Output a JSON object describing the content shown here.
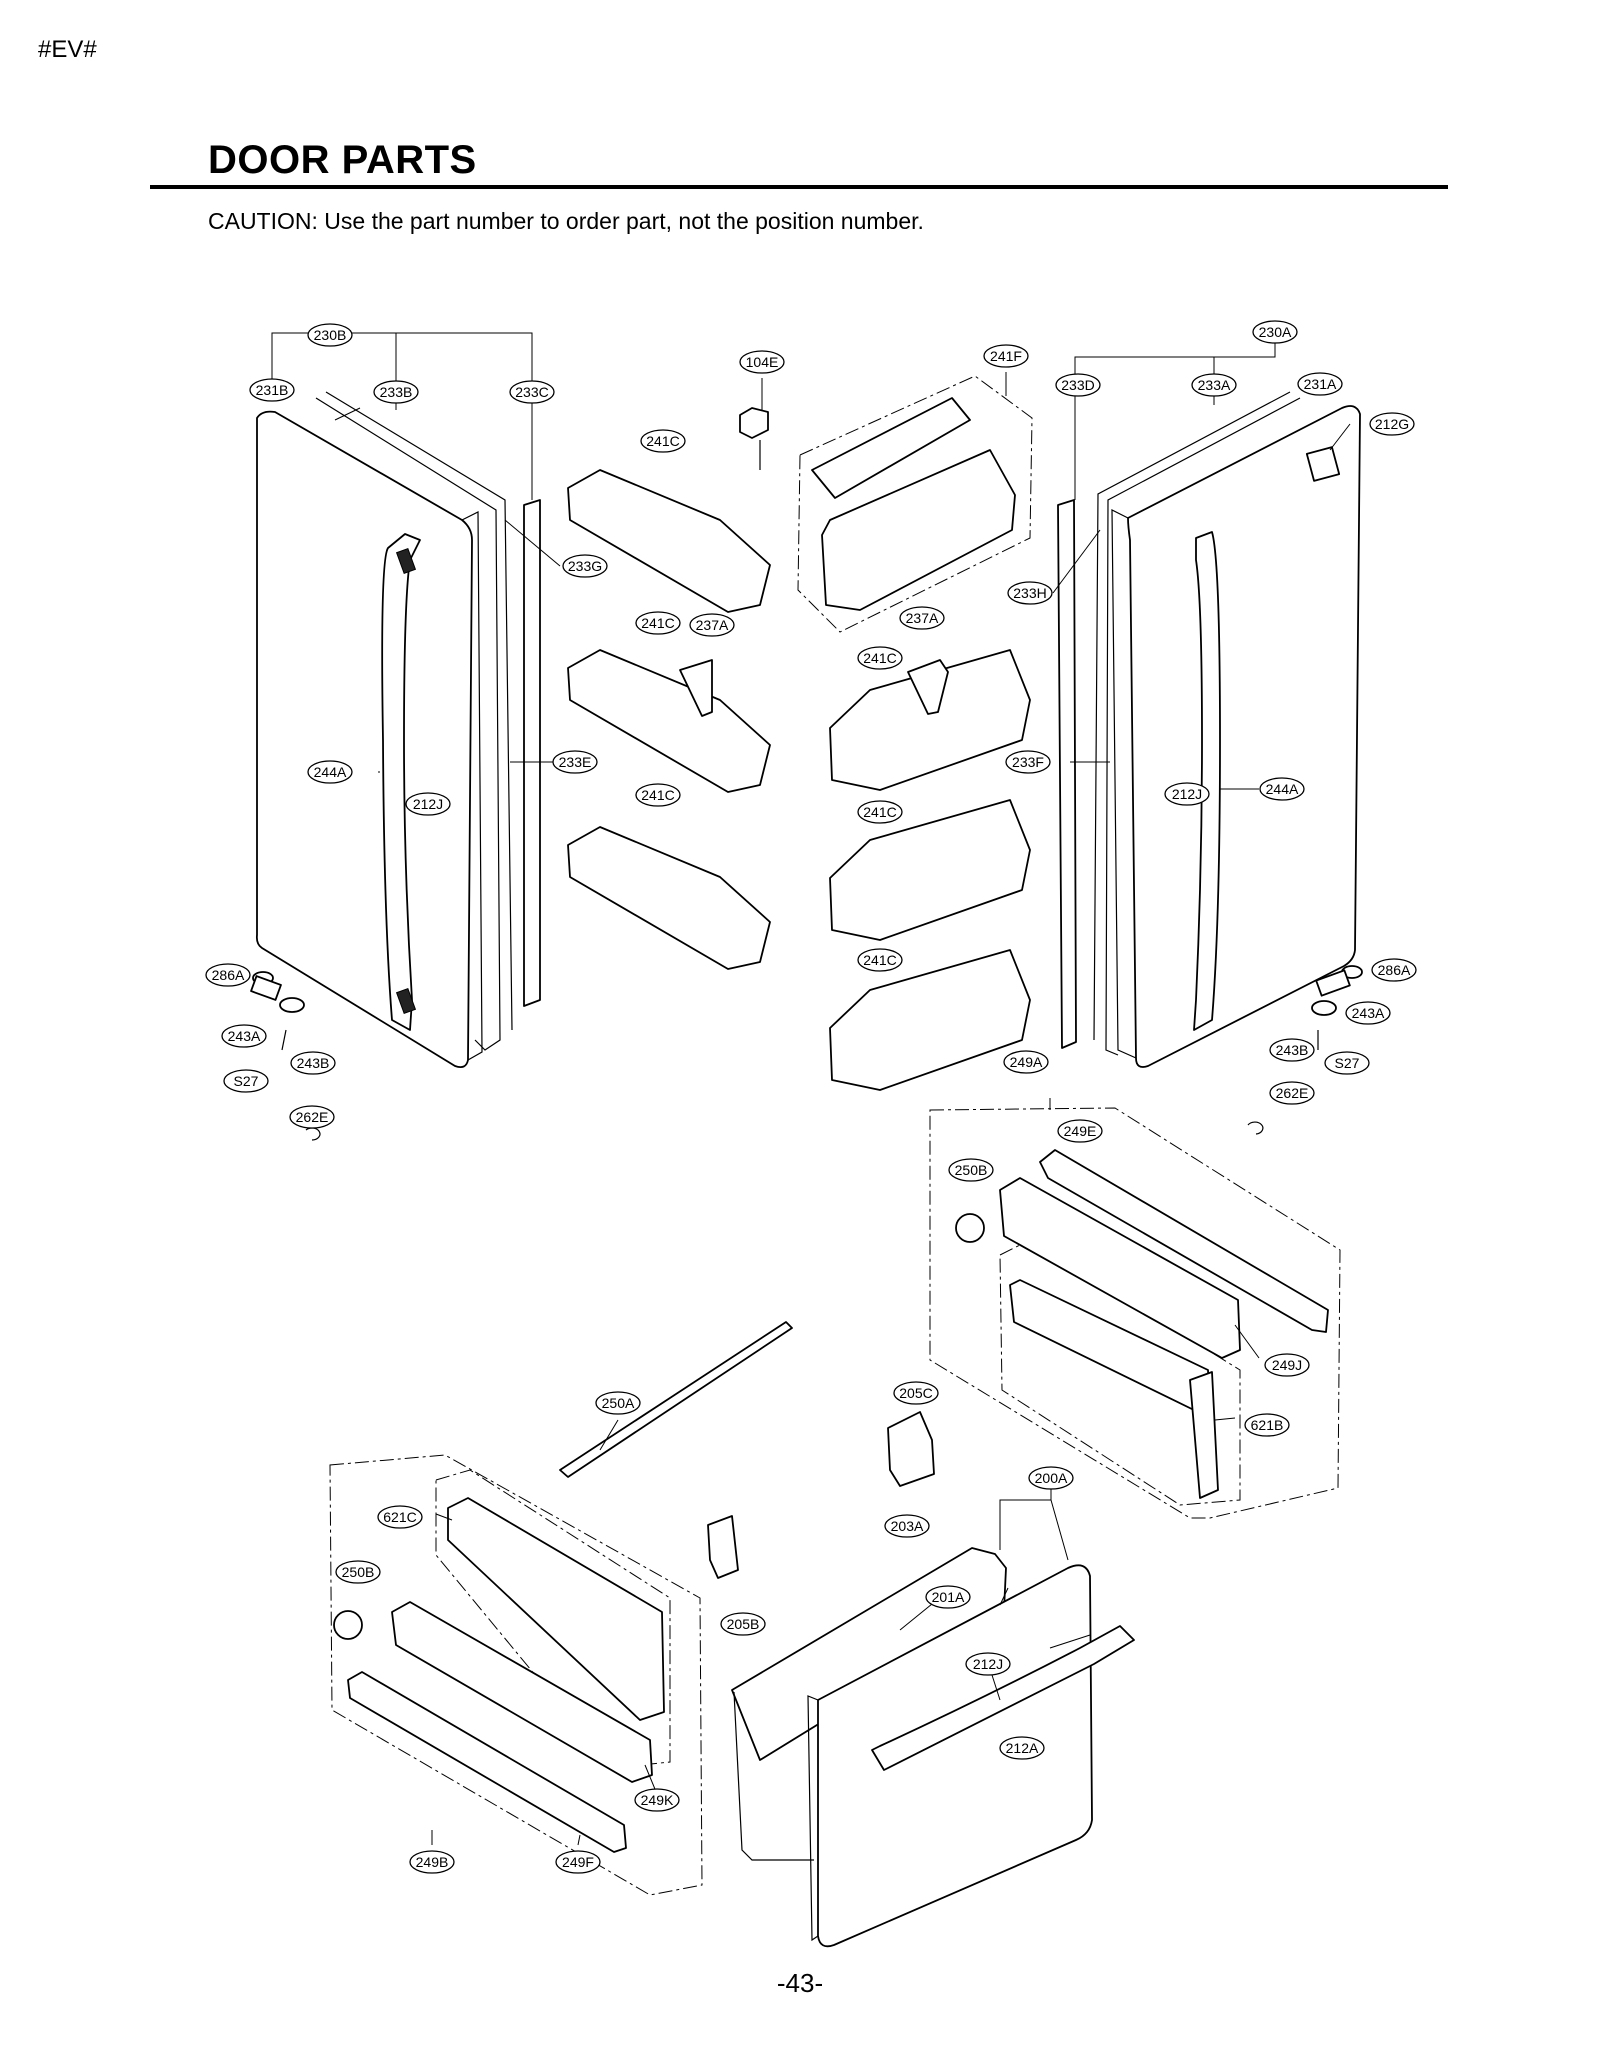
{
  "header": {
    "doc_code": "#EV#",
    "title": "DOOR PARTS",
    "caution": "CAUTION: Use the part number to order part, not the position number."
  },
  "footer": {
    "page_number": "-43-"
  },
  "labels": [
    "230B",
    "231B",
    "233B",
    "233C",
    "104E",
    "241F",
    "230A",
    "233D",
    "233A",
    "231A",
    "212G",
    "241C",
    "233G",
    "241C",
    "237A",
    "237A",
    "241C",
    "233H",
    "244A",
    "233E",
    "212J",
    "241C",
    "233F",
    "241C",
    "212J",
    "244A",
    "241C",
    "286A",
    "243A",
    "243B",
    "S27",
    "262E",
    "249A",
    "286A",
    "243A",
    "243B",
    "S27",
    "262E",
    "249E",
    "250B",
    "249J",
    "621B",
    "250A",
    "205C",
    "621C",
    "250B",
    "200A",
    "203A",
    "201A",
    "205B",
    "212J",
    "212A",
    "249K",
    "249B",
    "249F"
  ]
}
